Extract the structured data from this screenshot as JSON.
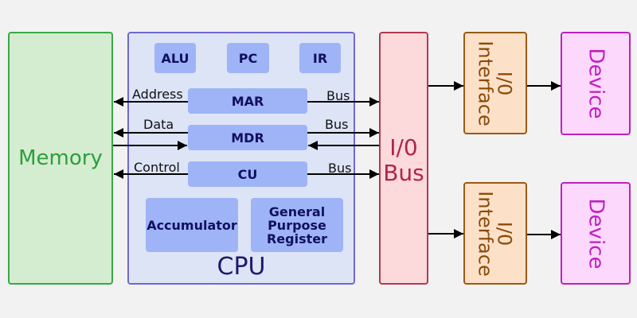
{
  "memory": {
    "label": "Memory"
  },
  "cpu": {
    "label": "CPU",
    "top_units": [
      "ALU",
      "PC",
      "IR"
    ],
    "registers": {
      "mar": "MAR",
      "mdr": "MDR",
      "cu": "CU"
    },
    "accumulator": "Accumulator",
    "gpr": "General Purpose Register"
  },
  "links": {
    "address": "Address",
    "data": "Data",
    "control": "Control",
    "bus": "Bus"
  },
  "iobus": {
    "label_line1": "I/0",
    "label_line2": "Bus"
  },
  "interfaces": [
    {
      "label_line1": "I/0",
      "label_line2": "Interface"
    },
    {
      "label_line1": "I/0",
      "label_line2": "Interface"
    }
  ],
  "devices": [
    {
      "label": "Device"
    },
    {
      "label": "Device"
    }
  ],
  "colors": {
    "memory": "#3aa845",
    "cpu": "#7068d0",
    "iobus": "#b03a50",
    "interface": "#9a5a12",
    "device": "#c020c0"
  }
}
